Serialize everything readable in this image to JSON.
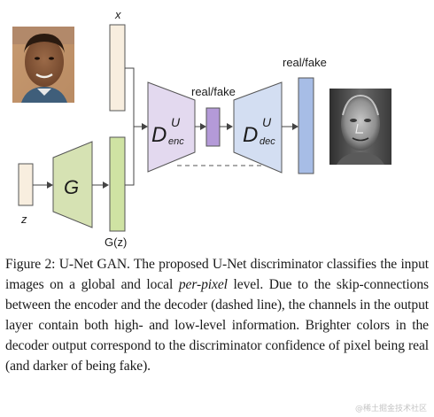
{
  "diagram": {
    "label_x": "x",
    "label_z": "z",
    "label_g": "G",
    "label_gz": "G(z)",
    "label_realfake_mid": "real/fake",
    "label_realfake_out": "real/fake",
    "encoder_main": "D",
    "encoder_sup": "U",
    "encoder_sub": "enc",
    "decoder_main": "D",
    "decoder_sup": "U",
    "decoder_sub": "dec",
    "colors": {
      "face_skin": "#8a5a3c",
      "input_bar": "#f8eedf",
      "generator": "#d6e2b3",
      "gz_bar": "#cfe3a3",
      "encoder": "#e3d9ef",
      "mid_bar": "#b49ad8",
      "decoder": "#d3def2",
      "output_bar": "#a7bde6",
      "stroke": "#555555"
    }
  },
  "caption": {
    "part1": "Figure 2: U-Net GAN. The proposed U-Net discriminator classifies the input images on a global and local ",
    "italic": "per-pixel",
    "part2": " level. Due to the skip-connections between the encoder and the decoder (dashed line), the channels in the output layer contain both high- and low-level information. Brighter colors in the decoder output correspond to the discriminator confidence of pixel being real (and darker of being fake)."
  },
  "watermark": "@稀土掘金技术社区"
}
